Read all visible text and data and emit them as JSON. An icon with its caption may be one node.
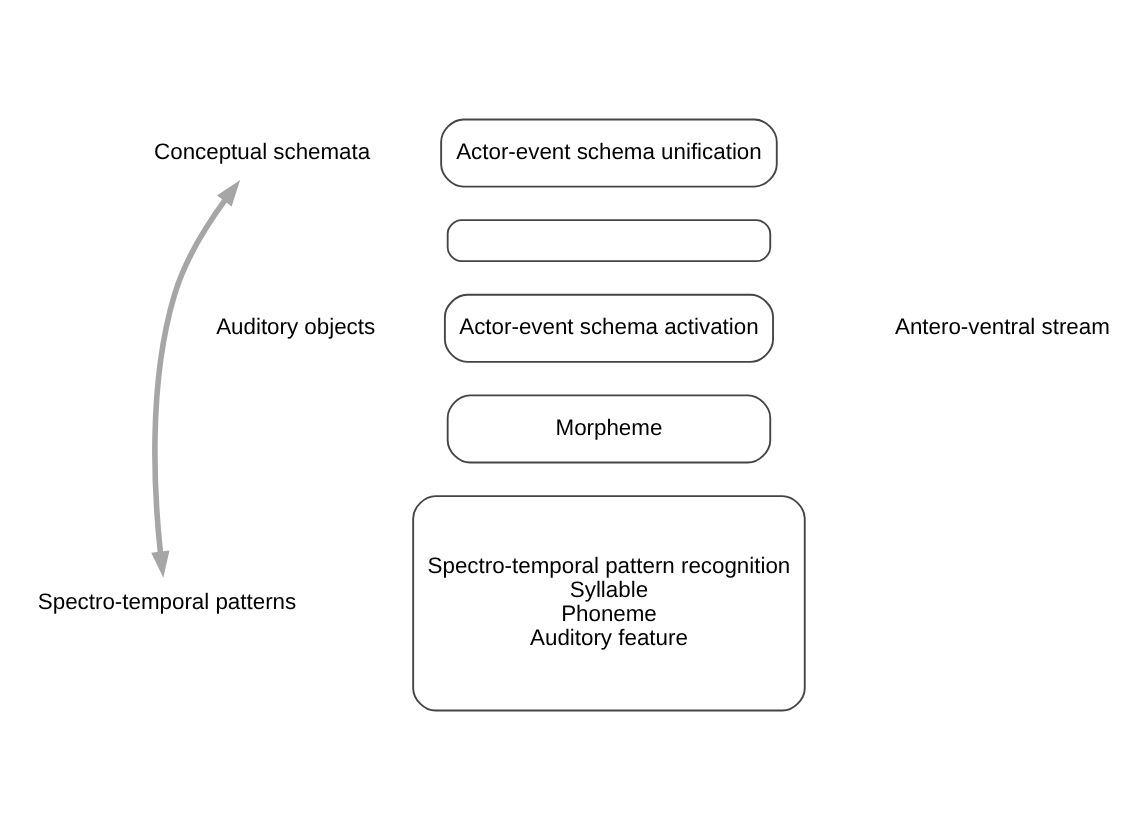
{
  "diagram": {
    "nodes": [
      {
        "text": [
          "Actor-event schema unification"
        ]
      },
      {
        "text": [],
        "shape": "box"
      },
      {
        "text": [
          "Actor-event schema activation"
        ]
      },
      {
        "text": [
          "Morpheme"
        ]
      },
      {
        "text": [
          "Spectro-temporal pattern recognition",
          "Syllable",
          "Phoneme",
          "Auditory feature"
        ]
      },
      {
        "text": [
          "Conceptual schemata"
        ]
      },
      {
        "text": [
          "Spectro-temporal patterns"
        ]
      }
    ],
    "edges": [
      {
        "from": 6,
        "to": 5,
        "arrow": "both"
      }
    ],
    "labels": [
      "Auditory objects",
      "Antero-ventral stream"
    ]
  }
}
